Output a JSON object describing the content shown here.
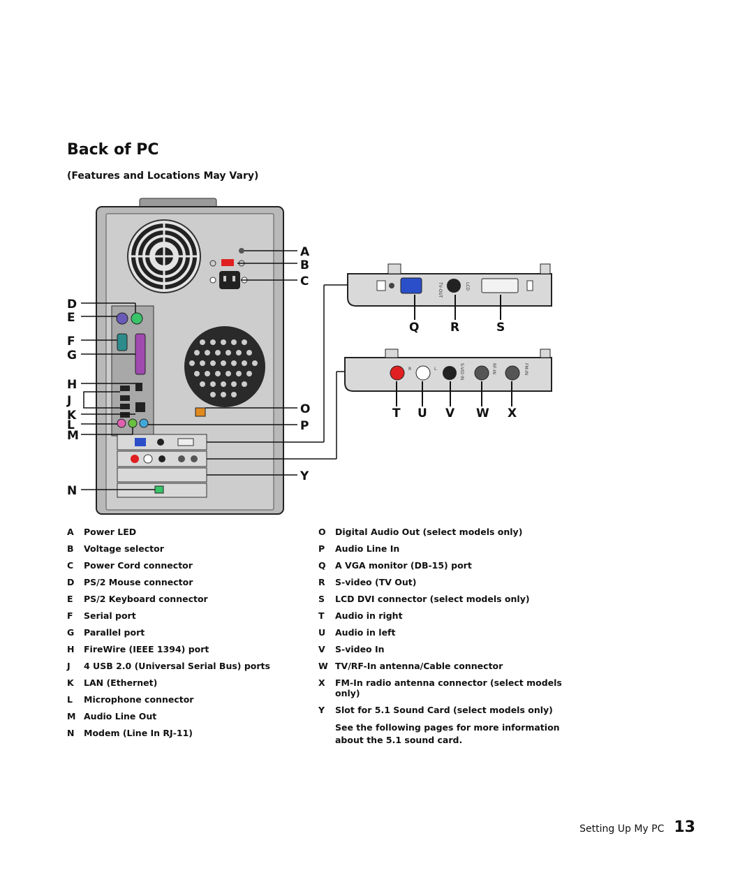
{
  "page": {
    "title": "Back of PC",
    "subtitle": "(Features and Locations May Vary)",
    "section": "Setting Up My PC",
    "page_number": "13"
  },
  "callouts": [
    "A",
    "B",
    "C",
    "D",
    "E",
    "F",
    "G",
    "H",
    "J",
    "K",
    "L",
    "M",
    "N",
    "O",
    "P",
    "Y",
    "Q",
    "R",
    "S",
    "T",
    "U",
    "V",
    "W",
    "X"
  ],
  "legend_left": [
    {
      "key": "A",
      "text": "Power LED"
    },
    {
      "key": "B",
      "text": "Voltage selector"
    },
    {
      "key": "C",
      "text": "Power Cord connector"
    },
    {
      "key": "D",
      "text": "PS/2 Mouse connector"
    },
    {
      "key": "E",
      "text": "PS/2 Keyboard connector"
    },
    {
      "key": "F",
      "text": "Serial port"
    },
    {
      "key": "G",
      "text": "Parallel port"
    },
    {
      "key": "H",
      "text": "FireWire (IEEE 1394) port"
    },
    {
      "key": "J",
      "text": "4 USB 2.0 (Universal Serial Bus) ports"
    },
    {
      "key": "K",
      "text": "LAN (Ethernet)"
    },
    {
      "key": "L",
      "text": "Microphone connector"
    },
    {
      "key": "M",
      "text": "Audio Line Out"
    },
    {
      "key": "N",
      "text": "Modem (Line In RJ-11)"
    }
  ],
  "legend_right": [
    {
      "key": "O",
      "text": "Digital Audio Out (select models only)"
    },
    {
      "key": "P",
      "text": "Audio Line In"
    },
    {
      "key": "Q",
      "text": "A VGA monitor (DB-15) port"
    },
    {
      "key": "R",
      "text": "S-video (TV Out)"
    },
    {
      "key": "S",
      "text": "LCD DVI connector (select models only)"
    },
    {
      "key": "T",
      "text": "Audio in right"
    },
    {
      "key": "U",
      "text": "Audio in left"
    },
    {
      "key": "V",
      "text": "S-video In"
    },
    {
      "key": "W",
      "text": "TV/RF-In antenna/Cable connector"
    },
    {
      "key": "X",
      "text": "FM-In radio antenna connector (select models only)"
    },
    {
      "key": "Y",
      "text": "Slot for 5.1 Sound Card (select models only)"
    }
  ],
  "note": "See the following pages for more information about the 5.1 sound card.",
  "card_labels": {
    "tv_out": "TV-OUT",
    "lcd": "LCD",
    "s_vid_in": "S-VID IN",
    "rf_in": "RF-IN",
    "fm_in": "FM-IN",
    "r": "R",
    "l": "L"
  },
  "colors": {
    "case": "#c9c9c9",
    "case_dark": "#8c8c8c",
    "vga_blue": "#2a4fc8",
    "mouse_green": "#39c46a",
    "keyboard_purple": "#6a5ab8",
    "serial_green": "#2e8b8b",
    "parallel_purple": "#a04ab0",
    "mic_pink": "#e060b0",
    "line_out_green": "#6ac040",
    "line_in_blue": "#40a8d8",
    "spdif_orange": "#e08a20",
    "audio_red": "#e02020",
    "voltage_red": "#e02020"
  }
}
